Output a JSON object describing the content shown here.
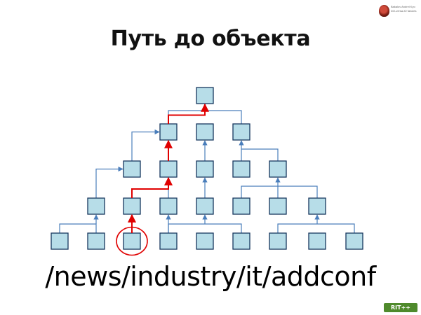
{
  "slide": {
    "title": "Путь до объекта",
    "path": "/news/industry/it/addconf"
  },
  "badge": {
    "lines": [
      "Bakalov Andrei Kyo",
      "DO-versa-IO fancies"
    ]
  },
  "event_logo": {
    "text": "RIT++"
  },
  "colors": {
    "node_fill": "#b7dde8",
    "node_border": "#17375e",
    "connector": "#4a7ebb",
    "highlight_path": "#e00000",
    "target_circle": "#e00000"
  },
  "tree": {
    "levels": [
      {
        "nodes": [
          "root"
        ]
      },
      {
        "nodes": [
          "l1a",
          "l1b",
          "l1c"
        ]
      },
      {
        "nodes": [
          "l2a",
          "l2b",
          "l2c",
          "l2d",
          "l2e"
        ]
      },
      {
        "nodes": [
          "l3a",
          "l3b",
          "l3c",
          "l3d",
          "l3e",
          "l3f",
          "l3g"
        ]
      },
      {
        "nodes": [
          "l4a",
          "l4b",
          "l4c",
          "l4d",
          "l4e",
          "l4f",
          "l4g",
          "l4h",
          "l4i"
        ]
      }
    ],
    "highlighted_path": [
      "l4c",
      "l3b",
      "l2b",
      "l1a",
      "root"
    ],
    "target_node": "l4c"
  }
}
